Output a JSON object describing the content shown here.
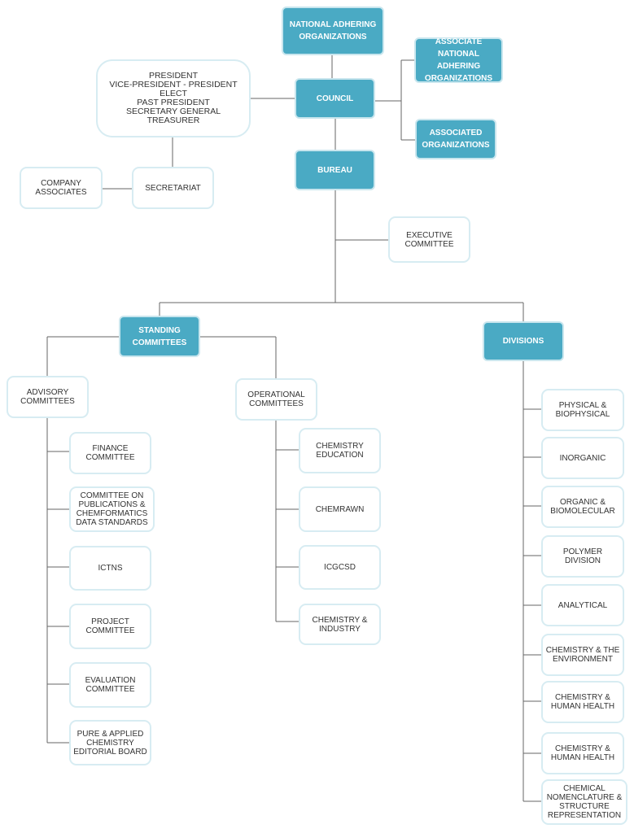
{
  "colors": {
    "primary": "#4aaac4",
    "primary_border": "#c9e6ee",
    "box_border": "#d7ecf2",
    "line": "#666666"
  },
  "nodes": {
    "national_adhering": "NATIONAL ADHERING\nORGANIZATIONS",
    "council": "COUNCIL",
    "associate_nao": "ASSOCIATE\nNATIONAL ADHERING\nORGANIZATIONS",
    "associated_orgs": "ASSOCIATED\nORGANIZATIONS",
    "officers": "PRESIDENT\nVICE-PRESIDENT - PRESIDENT ELECT\nPAST PRESIDENT\nSECRETARY GENERAL\nTREASURER",
    "bureau": "BUREAU",
    "secretariat": "SECRETARIAT",
    "company_associates": "COMPANY\nASSOCIATES",
    "executive_committee": "EXECUTIVE\nCOMMITTEE",
    "standing_committees": "STANDING\nCOMMITTEES",
    "divisions": "DIVISIONS",
    "advisory_committees": "ADVISORY\nCOMMITTEES",
    "operational_committees": "OPERATIONAL\nCOMMITTEES",
    "finance": "FINANCE\nCOMMITTEE",
    "publications": "COMMITTEE ON\nPUBLICATIONS &\nCHEMFORMATICS\nDATA STANDARDS",
    "ictns": "ICTNS",
    "project": "PROJECT\nCOMMITTEE",
    "evaluation": "EVALUATION\nCOMMITTEE",
    "pure_applied": "PURE & APPLIED\nCHEMISTRY\nEDITORIAL BOARD",
    "chem_education": "CHEMISTRY\nEDUCATION",
    "chemrawn": "CHEMRAWN",
    "icgcsd": "ICGCSD",
    "chem_industry": "CHEMISTRY &\nINDUSTRY",
    "physical": "PHYSICAL &\nBIOPHYSICAL",
    "inorganic": "INORGANIC",
    "organic": "ORGANIC &\nBIOMOLECULAR",
    "polymer": "POLYMER DIVISION",
    "analytical": "ANALYTICAL",
    "environment": "CHEMISTRY & THE\nENVIRONMENT",
    "human_health_1": "CHEMISTRY &\nHUMAN HEALTH",
    "human_health_2": "CHEMISTRY &\nHUMAN HEALTH",
    "nomenclature": "CHEMICAL\nNOMENCLATURE &\nSTRUCTURE\nREPRESENTATION"
  }
}
